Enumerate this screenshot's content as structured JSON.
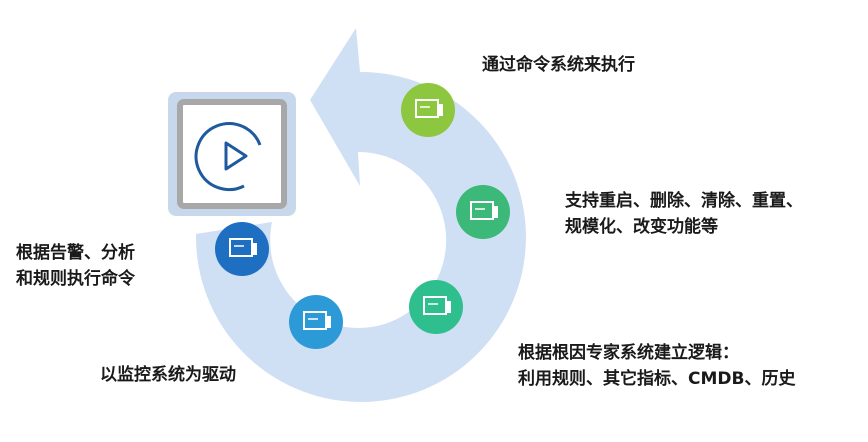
{
  "labels": {
    "execute": "通过命令系统来执行",
    "functions": {
      "line1": "支持重启、删除、清除、重置、",
      "line2": "规模化、改变功能等"
    },
    "logic": {
      "line1": "根据根因专家系统建立逻辑：",
      "line2": "利用规则、其它指标、CMDB、历史"
    },
    "monitor": "以监控系统为驱动",
    "alarm": {
      "line1": "根据告警、分析",
      "line2": "和规则执行命令"
    }
  },
  "icons": [
    {
      "name": "execute-step-icon",
      "color": "#8dc63f"
    },
    {
      "name": "functions-step-icon",
      "color": "#3cb878"
    },
    {
      "name": "logic-step-icon",
      "color": "#2fbf8f"
    },
    {
      "name": "monitor-step-icon",
      "color": "#2d9ad8"
    },
    {
      "name": "alarm-step-icon",
      "color": "#1e6fc2"
    }
  ],
  "colors": {
    "ring": "#cfe0f4",
    "play_frame": "#c8d8ec",
    "play_box": "#a8a8a8",
    "play_icon": "#1f5a9e"
  }
}
